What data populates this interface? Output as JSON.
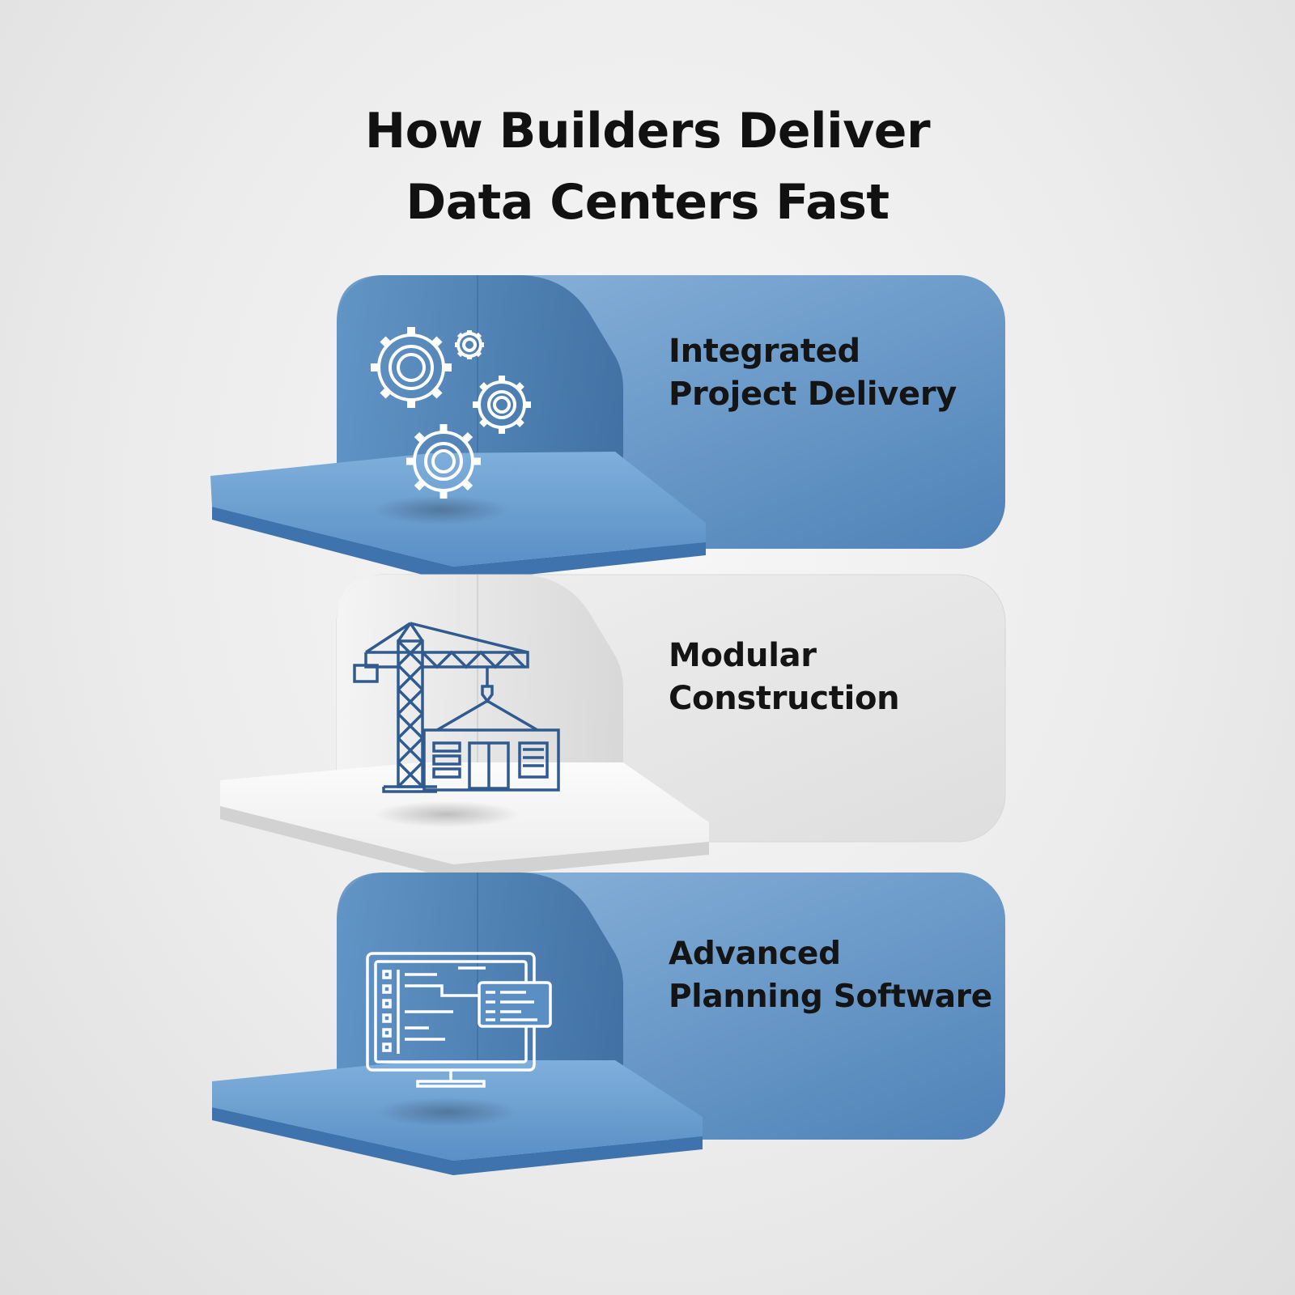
{
  "title": {
    "line1": "How Builders Deliver",
    "line2": "Data Centers Fast"
  },
  "steps": [
    {
      "line1": "Integrated",
      "line2": "Project Delivery",
      "icon": "gears-icon",
      "color": "#5b8fc3"
    },
    {
      "line1": "Modular",
      "line2": "Construction",
      "icon": "crane-icon",
      "color": "#e4e4e4"
    },
    {
      "line1": "Advanced",
      "line2": "Planning Software",
      "icon": "monitor-icon",
      "color": "#5b8fc3"
    }
  ],
  "colors": {
    "blue": "#5b8fc3",
    "blue_dark": "#3f6fa3",
    "blue_light": "#8ab4da",
    "grey": "#e4e4e4",
    "icon_outline_blue_panel": "#ffffff",
    "icon_outline_grey_panel": "#2f5b8f"
  }
}
